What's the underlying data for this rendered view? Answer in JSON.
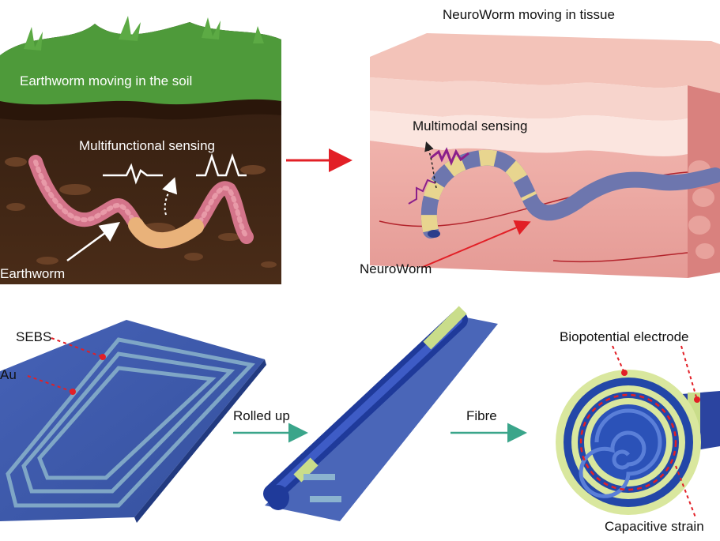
{
  "labels": {
    "earthworm_soil": "Earthworm moving in the soil",
    "multifunctional": "Multifunctional sensing",
    "earthworm": "Earthworm",
    "neuroworm_title": "NeuroWorm moving in tissue",
    "multimodal": "Multimodal sensing",
    "neuroworm": "NeuroWorm",
    "sebs": "SEBS",
    "au": "Au",
    "rolled_up": "Rolled up",
    "fibre": "Fibre",
    "biopotential": "Biopotential electrode",
    "capacitive": "Capacitive strain"
  },
  "colors": {
    "grass": "#4e9a3a",
    "soil": "#3b2314",
    "worm": "#d4748a",
    "tissue": "#eca9a4",
    "film": "#3c57a8",
    "electrode": "#c9dd8a",
    "red_arrow": "#e21f26",
    "teal_arrow": "#3aa58a"
  }
}
